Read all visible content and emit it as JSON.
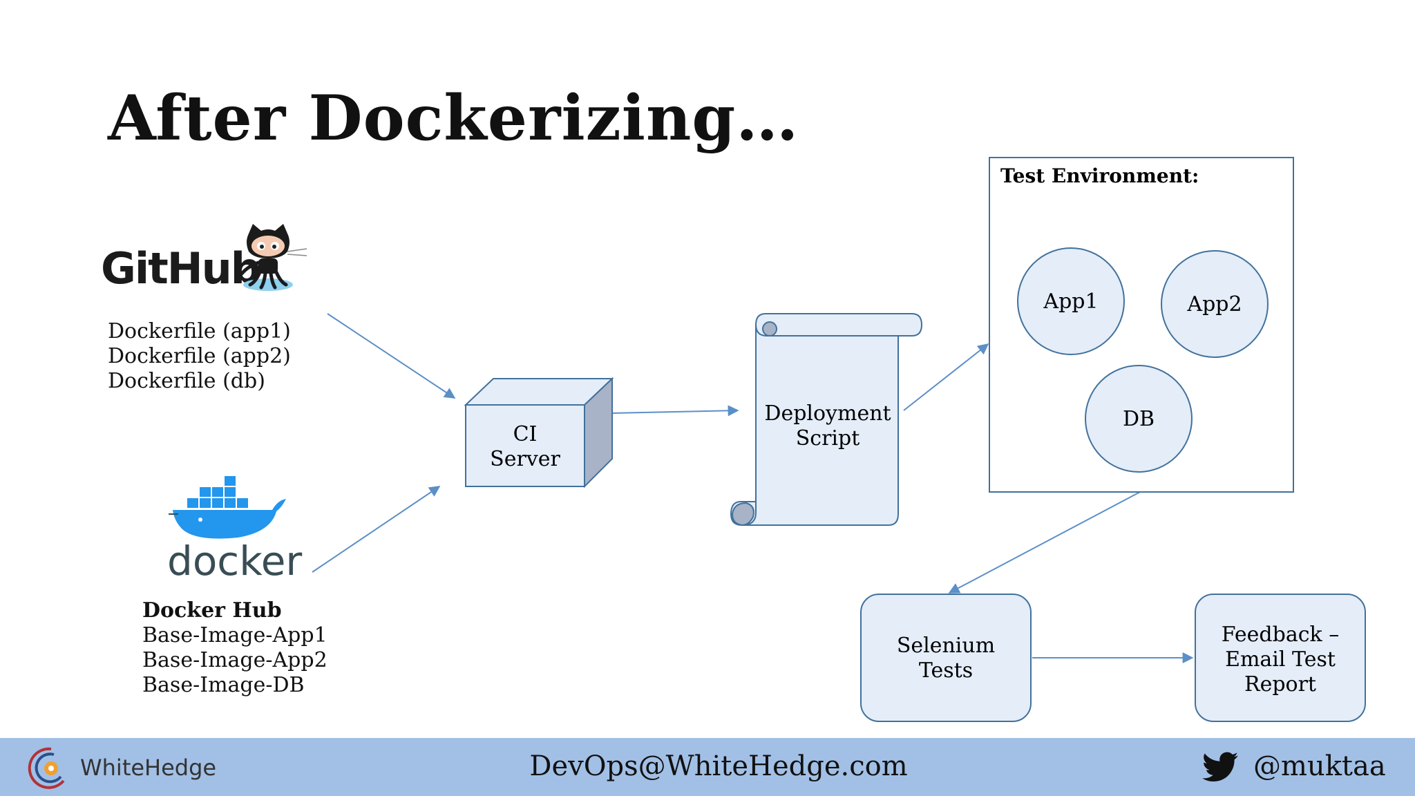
{
  "slide": {
    "title": "After Dockerizing…"
  },
  "github": {
    "logo_text": "GitHub",
    "files": [
      "Dockerfile (app1)",
      "Dockerfile (app2)",
      "Dockerfile (db)"
    ]
  },
  "docker": {
    "logo_text": "docker",
    "heading": "Docker Hub",
    "images": [
      "Base-Image-App1",
      "Base-Image-App2",
      "Base-Image-DB"
    ]
  },
  "nodes": {
    "ci_server": [
      "CI",
      "Server"
    ],
    "deployment_script": [
      "Deployment",
      "Script"
    ],
    "test_env_title": "Test Environment:",
    "app1": "App1",
    "app2": "App2",
    "db": "DB",
    "selenium": [
      "Selenium",
      "Tests"
    ],
    "feedback": [
      "Feedback –",
      "Email Test",
      "Report"
    ]
  },
  "footer": {
    "brand": "WhiteHedge",
    "email": "DevOps@WhiteHedge.com",
    "handle": "@muktaa"
  },
  "colors": {
    "box_fill": "#e4edf8",
    "box_stroke": "#41719c",
    "arrow": "#5b8fc7",
    "footer_bg": "#a2c0e6",
    "cube_side": "#a8b3c8",
    "docker_blue": "#2396ed"
  }
}
